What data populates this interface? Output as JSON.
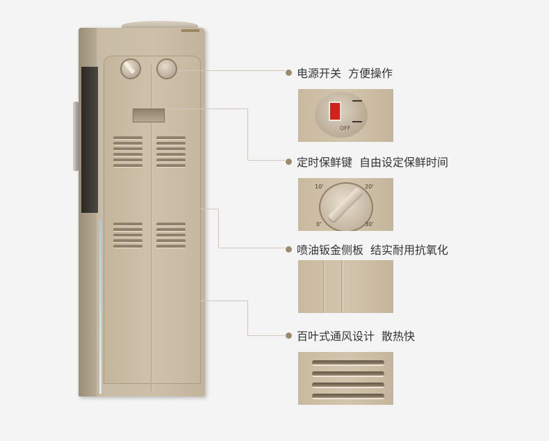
{
  "image": {
    "background": "#f4f4f4",
    "accent_color": "#9b8a6c",
    "text_color": "#333333"
  },
  "features": [
    {
      "title": "电源开关",
      "desc": "方便操作",
      "photo": "power-switch-closeup"
    },
    {
      "title": "定时保鲜键",
      "desc": "自由设定保鲜时间",
      "photo": "timer-dial-closeup"
    },
    {
      "title": "喷油钣金侧板",
      "desc": "结实耐用抗氧化",
      "photo": "metal-panel-closeup"
    },
    {
      "title": "百叶式通风设计",
      "desc": "散热快",
      "photo": "vent-louvers-closeup"
    }
  ],
  "photo_labels": {
    "switch_off": "OFF",
    "dial_ticks": [
      "10'",
      "20'",
      "0'",
      "30'"
    ]
  }
}
